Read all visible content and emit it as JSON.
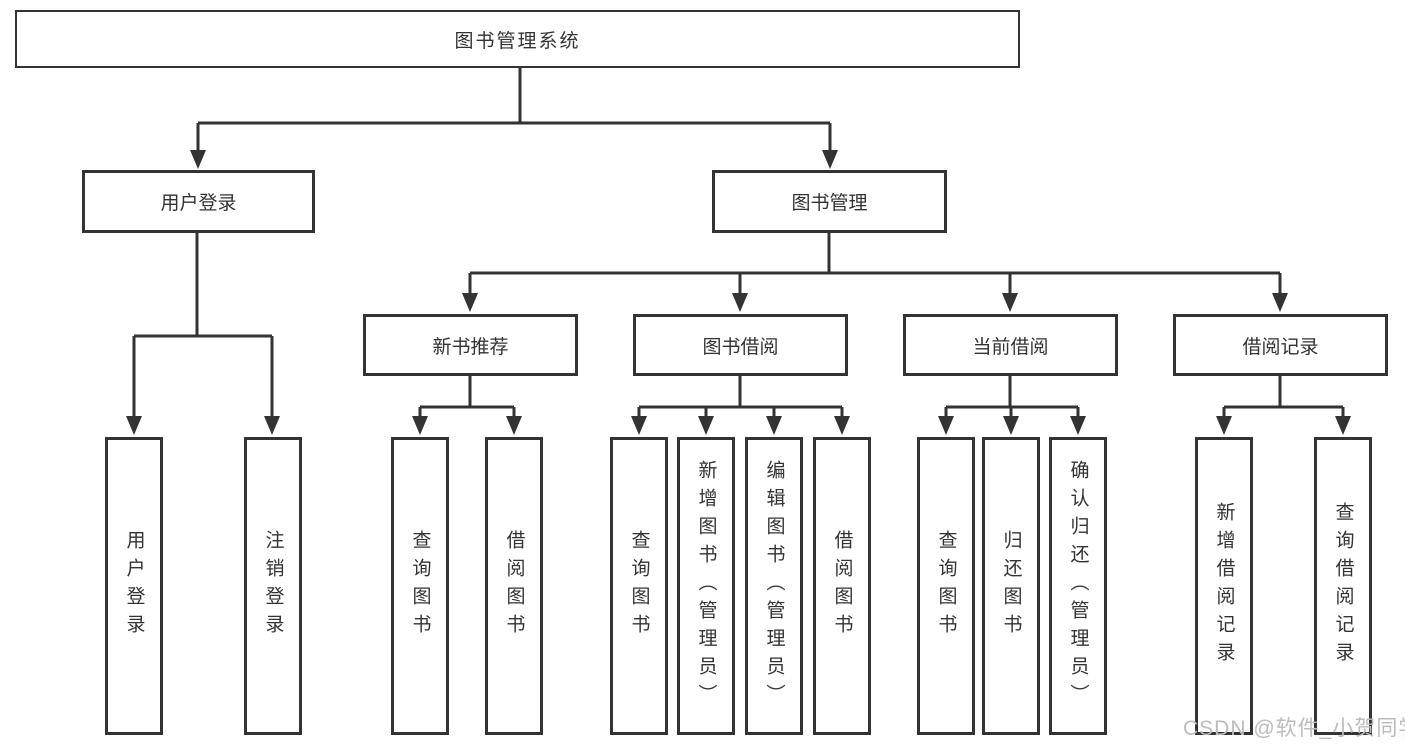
{
  "colors": {
    "line": "#333333",
    "text": "#333333",
    "bg": "#ffffff",
    "watermark": "#bcbcbc"
  },
  "diagram": {
    "root": {
      "label": "图书管理系统"
    },
    "level1": [
      {
        "label": "用户登录"
      },
      {
        "label": "图书管理"
      }
    ],
    "level2": [
      {
        "label": "新书推荐"
      },
      {
        "label": "图书借阅"
      },
      {
        "label": "当前借阅"
      },
      {
        "label": "借阅记录"
      }
    ],
    "leaves": {
      "user_login": [
        "用户登录",
        "注销登录"
      ],
      "new_book_recommend": [
        "查询图书",
        "借阅图书"
      ],
      "book_borrow": [
        "查询图书",
        "新增图书（管理员）",
        "编辑图书（管理员）",
        "借阅图书"
      ],
      "current_borrow": [
        "查询图书",
        "归还图书",
        "确认归还（管理员）"
      ],
      "borrow_records": [
        "新增借阅记录",
        "查询借阅记录"
      ]
    }
  },
  "watermark": {
    "text": "CSDN @软件_小贺同学"
  }
}
